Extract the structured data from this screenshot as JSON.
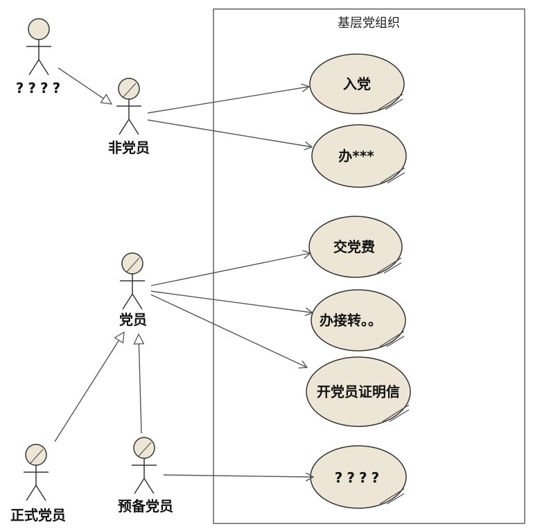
{
  "system": {
    "name": "基层党组织"
  },
  "actors": {
    "unknown": "????",
    "non_member": "非党员",
    "member": "党员",
    "full_member": "正式党员",
    "probationary_member": "预备党员"
  },
  "use_cases": {
    "join_party": "入党",
    "handle": "办***",
    "pay_dues": "交党费",
    "transfer": "办接转。。",
    "certificate": "开党员证明信",
    "unknown": "????"
  },
  "colors": {
    "ellipse_fill": "#ede6d6",
    "actor_head_fill": "#ede6d6",
    "line": "#555555",
    "frame": "#555555"
  }
}
